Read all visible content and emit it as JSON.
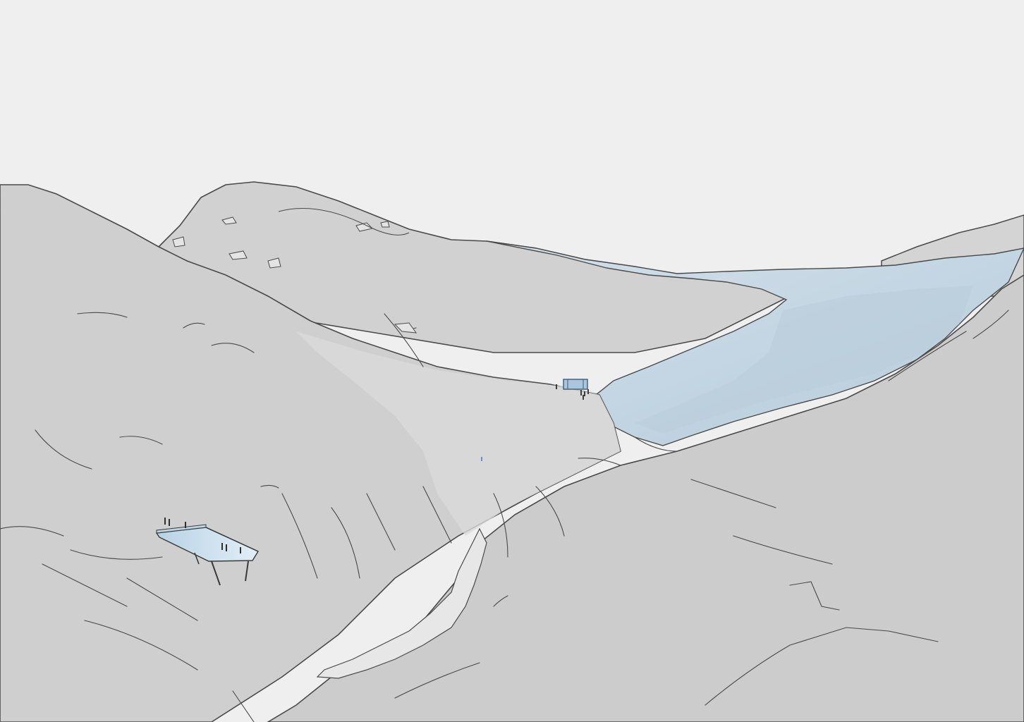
{
  "scene": {
    "colors": {
      "sky": "#efefef",
      "mountain_far": "#d6d6d6",
      "mountain_mid": "#cfcfcf",
      "slope_light": "#d8d8d8",
      "slope_dark": "#c9c9c9",
      "lake": "#c9d8e3",
      "lake_shade": "#b7cada",
      "stream": "#e6e6e6",
      "line": "#4a4a4a",
      "glass": "#9fc2dc"
    },
    "elements": [
      "sky",
      "summit",
      "left-hillside",
      "right-hillside",
      "valley-floor",
      "lake",
      "stream",
      "glass-viewing-platform",
      "far-shelter-building",
      "visitors"
    ]
  }
}
